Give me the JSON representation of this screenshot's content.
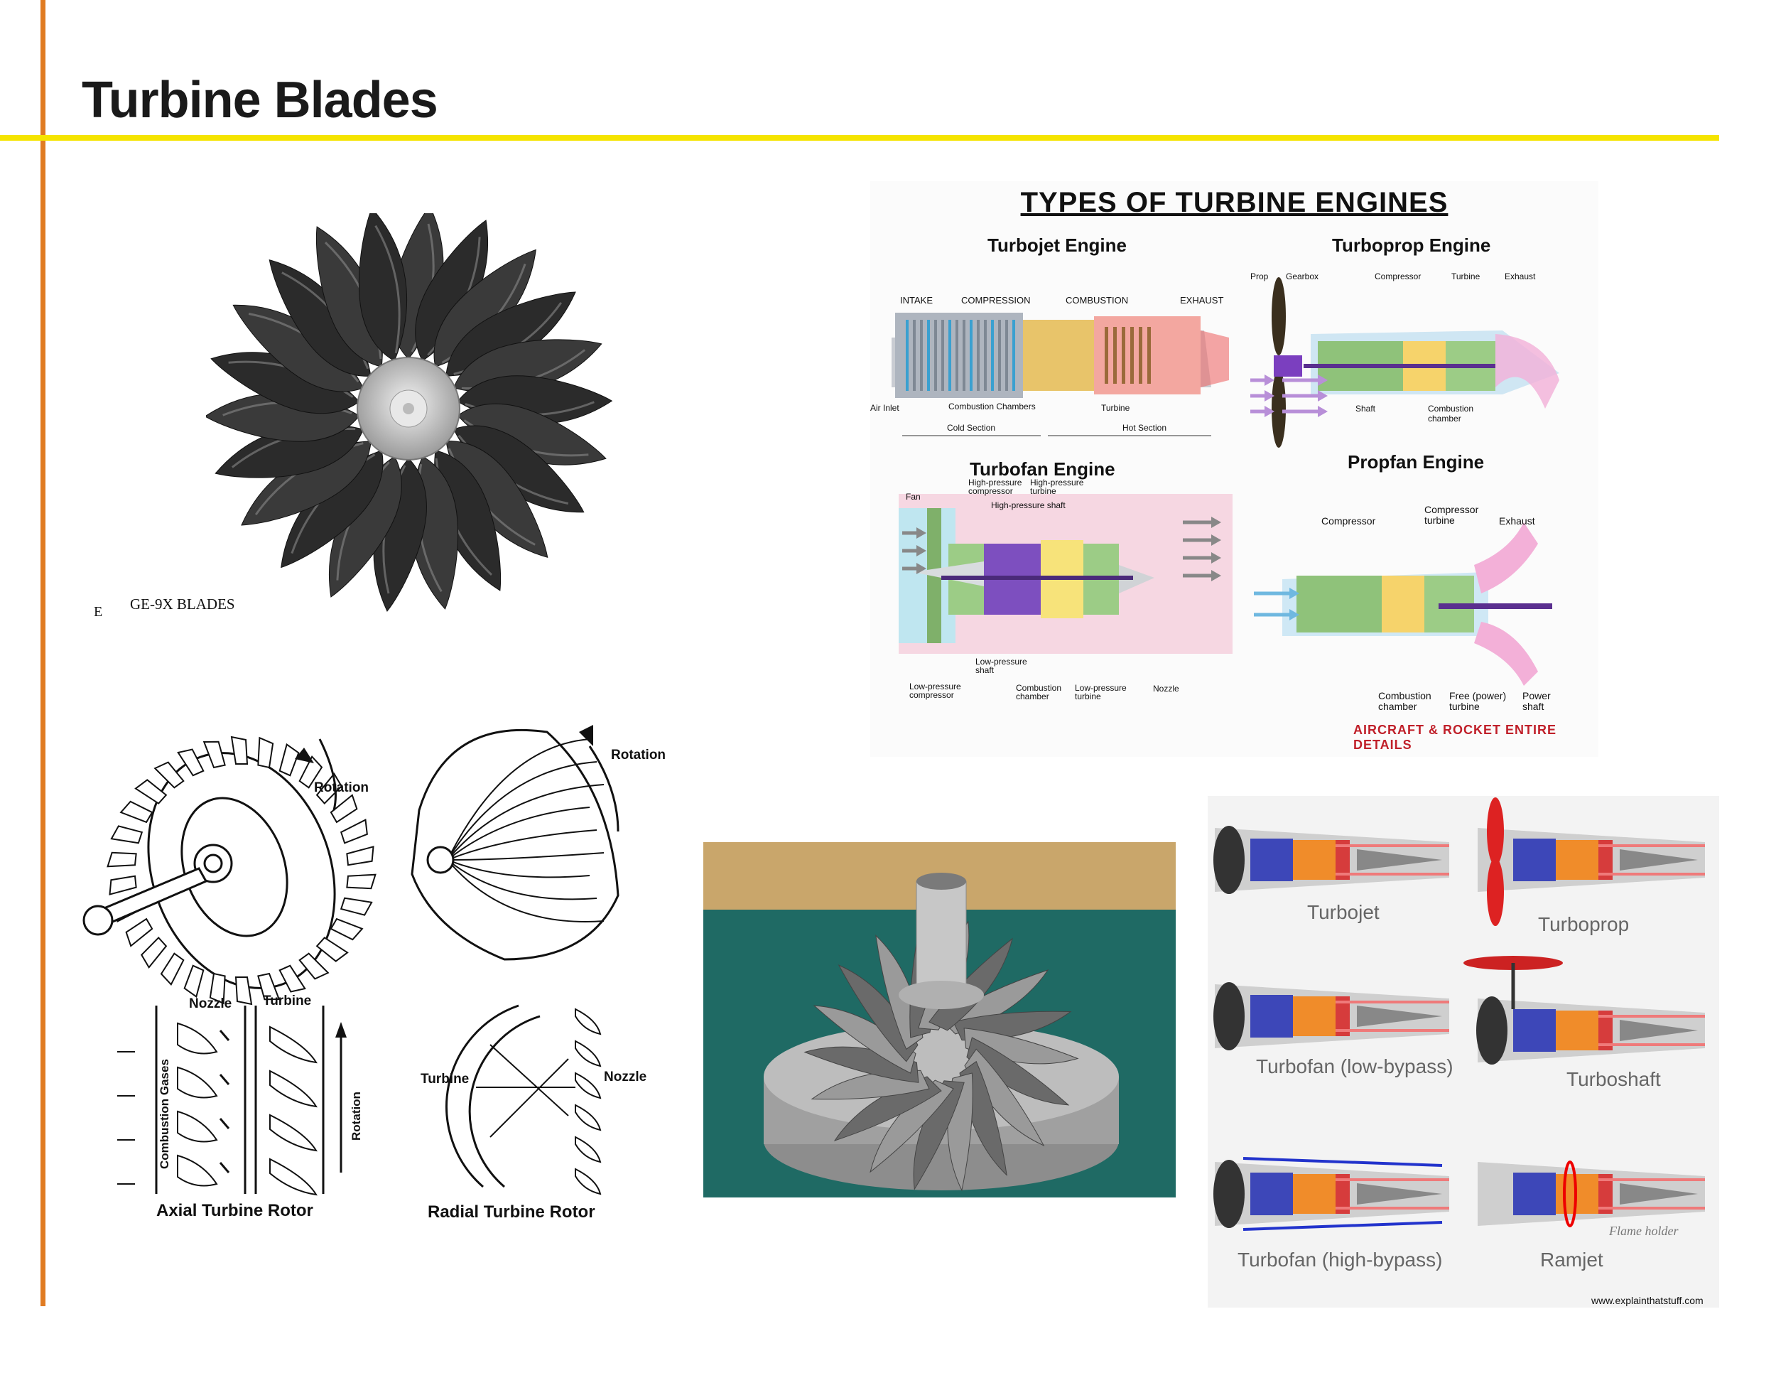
{
  "slide": {
    "title": "Turbine Blades"
  },
  "fan_photo": {
    "caption_letter": "E",
    "caption": "GE-9X  BLADES"
  },
  "engine_types": {
    "heading": "TYPES OF TURBINE ENGINES",
    "turbojet": {
      "title": "Turbojet Engine",
      "labels": [
        "INTAKE",
        "COMPRESSION",
        "COMBUSTION",
        "EXHAUST",
        "Air Inlet",
        "Combustion Chambers",
        "Turbine",
        "Cold Section",
        "Hot Section"
      ]
    },
    "turboprop": {
      "title": "Turboprop Engine",
      "labels": [
        "Prop",
        "Gearbox",
        "Compressor",
        "Turbine",
        "Exhaust",
        "Shaft",
        "Combustion chamber"
      ]
    },
    "turbofan": {
      "title": "Turbofan Engine",
      "labels": [
        "Fan",
        "High-pressure compressor",
        "High-pressure turbine",
        "High-pressure shaft",
        "Low-pressure shaft",
        "Low-pressure compressor",
        "Combustion chamber",
        "Low-pressure turbine",
        "Nozzle"
      ]
    },
    "propfan": {
      "title": "Propfan Engine",
      "labels": [
        "Compressor",
        "Compressor turbine",
        "Exhaust",
        "Combustion chamber",
        "Free (power) turbine",
        "Power shaft"
      ]
    },
    "footer": "AIRCRAFT & ROCKET ENTIRE DETAILS"
  },
  "rotor_drawings": {
    "axial_rotation": "Rotation",
    "radial_rotation": "Rotation",
    "nozzle": "Nozzle",
    "turbine": "Turbine",
    "combustion_gases": "Combustion Gases",
    "rotation_vertical": "Rotation",
    "radial_turbine": "Turbine",
    "radial_nozzle": "Nozzle",
    "axial_caption": "Axial Turbine Rotor",
    "radial_caption": "Radial Turbine Rotor"
  },
  "explain_panel": {
    "items": [
      "Turbojet",
      "Turboprop",
      "Turbofan (low-bypass)",
      "Turboshaft",
      "Turbofan (high-bypass)",
      "Ramjet"
    ],
    "flame_holder": "Flame holder",
    "source": "www.explainthatstuff.com"
  },
  "colors": {
    "accent_orange": "#e07b22",
    "accent_yellow": "#f5e400",
    "title_red": "#c0202a"
  }
}
